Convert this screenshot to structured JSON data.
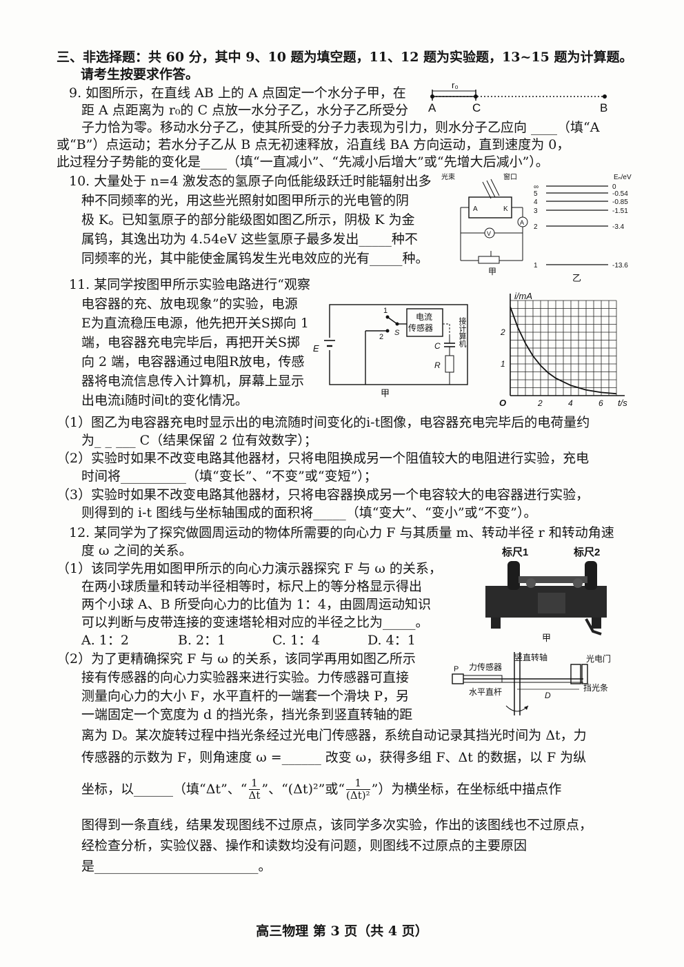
{
  "header": {
    "line1": "三、非选择题：共 60 分，其中 9、10 题为填空题，11、12 题为实验题，13~15 题为计算题。",
    "line2": "请考生按要求作答。"
  },
  "q9": {
    "lines": [
      "9.  如图所示，在直线 AB 上的 A 点固定一个水分子甲，在",
      "距 A 点距离为 r₀的 C 点放一水分子乙，水分子乙所受分",
      "子力恰为零。移动水分子乙，使其所受的分子力表现为引力，则水分子乙应向 ____（填“A",
      "或“B”）点运动；若水分子乙从 B 点无初速释放，沿直线 BA 方向运动，直到速度为 0，",
      "此过程分子势能的变化是____（填“一直减小”、“先减小后增大”或“先增大后减小”）。"
    ],
    "fig": {
      "r0": "r₀",
      "A": "A",
      "C": "C",
      "B": "B"
    }
  },
  "q10": {
    "lines": [
      "10.  大量处于 n=4 激发态的氢原子向低能级跃迁时能辐射出多",
      "种不同频率的光，用这些光照射如图甲所示的光电管的阴",
      "极 K。已知氢原子的部分能级图如图乙所示，阴极 K 为金",
      "属钨，其逸出功为 4.54eV  这些氢原子最多发出_____种不",
      "同频率的光，其中能使金属钨发生光电效应的光有_____种。"
    ],
    "fig_jia": {
      "light": "光束",
      "window": "窗口",
      "A": "A",
      "K": "K",
      "V": "V",
      "Ameter": "A",
      "caption": "甲"
    },
    "fig_yi": {
      "unit": "Eₙ/eV",
      "levels": [
        {
          "n": "∞",
          "E": "0"
        },
        {
          "n": "5",
          "E": "-0.54"
        },
        {
          "n": "4",
          "E": "-0.85"
        },
        {
          "n": "3",
          "E": "-1.51"
        },
        {
          "n": "2",
          "E": "-3.4"
        },
        {
          "n": "1",
          "E": "-13.6"
        }
      ],
      "caption": "乙"
    }
  },
  "q11": {
    "lines": [
      "11.  某同学按图甲所示实验电路进行“观察",
      "电容器的充、放电现象”的实验，电源",
      "E为直流稳压电源，他先把开关S掷向 1",
      "端，电容器充电完毕后，再把开关S掷",
      "向 2 端，电容器通过电阻R放电，传感",
      "器将电流信息传入计算机，屏幕上显示",
      "出电流i随时间t的变化情况。"
    ],
    "sub1a": "（1）图乙为电容器充电时显示出的电流随时间变化的i-t图像，电容器充电完毕后的电荷量约",
    "sub1b": "为_ _ ___  C（结果保留 2 位有效数字）；",
    "sub2a": "（2）实验时如果不改变电路其他器材，只将电阻换成另一个阻值较大的电阻进行实验，充电",
    "sub2b": "时间将__________（填“变长”、“不变”或“变短”）；",
    "sub3a": "（3）实验时如果不改变电路其他器材，只将电容器换成另一个电容较大的电容器进行实验，",
    "sub3b": "则得到的 i-t 图线与坐标轴围成的面积将_____（填“变大”、“变小”或“不变”）。",
    "fig_jia": {
      "sensor1": "电流",
      "sensor2": "传感器",
      "computer": "接计算机",
      "E": "E",
      "S": "S",
      "C": "C",
      "R": "R",
      "n1": "1",
      "n2": "2",
      "caption": "甲"
    },
    "fig_yi": {
      "ylabel": "i/mA",
      "xlabel": "t/s",
      "origin": "O"
    }
  },
  "chart_data": {
    "type": "line",
    "ylabel": "i/mA",
    "xlabel": "t/s",
    "xlim": [
      0,
      7
    ],
    "ylim": [
      0,
      3
    ],
    "x_ticks": [
      "2",
      "4",
      "6"
    ],
    "y_ticks": [
      "1",
      "2"
    ],
    "grid": true,
    "series": [
      {
        "x": [
          0,
          0.5,
          1,
          1.5,
          2,
          2.5,
          3,
          4,
          5,
          6,
          7
        ],
        "values": [
          2.8,
          2.15,
          1.65,
          1.25,
          0.95,
          0.72,
          0.55,
          0.32,
          0.18,
          0.1,
          0.06
        ]
      }
    ]
  },
  "q12": {
    "lines": [
      "12.  某同学为了探究做圆周运动的物体所需要的向心力 F 与其质量 m、转动半径 r 和转动角速",
      "度 ω 之间的关系。"
    ],
    "p1": [
      "（1）该同学先用如图甲所示的向心力演示器探究 F 与 ω 的关系，",
      "在两小球质量和转动半径相等时，标尺上的等分格显示得出",
      "两个小球 A、B 所受向心力的比值为 1：4，由圆周运动知识",
      "可以判断与皮带连接的变速塔轮相对应的半径之比为_____。"
    ],
    "options": [
      "A. 1：2",
      "B. 2：1",
      "C. 1：4",
      "D. 4：1"
    ],
    "fig_jia": {
      "ruler1": "标尺1",
      "ruler2": "标尺2",
      "caption": "甲"
    },
    "p2": [
      "（2）为了更精确探究 F 与 ω 的关系，该同学再用如图乙所示",
      "接有传感器的向心力实验器来进行实验。力传感器可直接",
      "测量向心力的大小 F，水平直杆的一端套一个滑块 P，另",
      "一端固定一个宽度为 d 的挡光条，挡光条到竖直转轴的距",
      "离为 D。某次旋转过程中挡光条经过光电门传感器，系统自动记录其挡光时间为 Δt，力",
      "传感器的示数为 F，则角速度 ω =______  改变 ω，获得多组 F、Δt 的数据，以 F 为纵"
    ],
    "p2_coord_a": "坐标，以______（填“Δt”、“",
    "frac1_num": "1",
    "frac1_den": "Δt",
    "p2_coord_b": "”、“(Δt)²”或“",
    "frac2_num": "1",
    "frac2_den": "(Δt)²",
    "p2_coord_c": "”）为横坐标，在坐标纸中描点作",
    "p2_end": [
      "图得到一条直线，结果发现图线不过原点，该同学多次实验，作出的该图线也不过原点，",
      "经检查分析，实验仪器、操作和读数均没有问题，则图线不过原点的主要原因",
      "是_________________________。"
    ],
    "fig_yi": {
      "force": "力传感器",
      "axis": "竖直转轴",
      "gate": "光电门",
      "rod": "水平直杆",
      "strip": "挡光条",
      "P": "P",
      "D": "D"
    }
  },
  "footer": "高三物理  第 3 页（共 4 页）"
}
